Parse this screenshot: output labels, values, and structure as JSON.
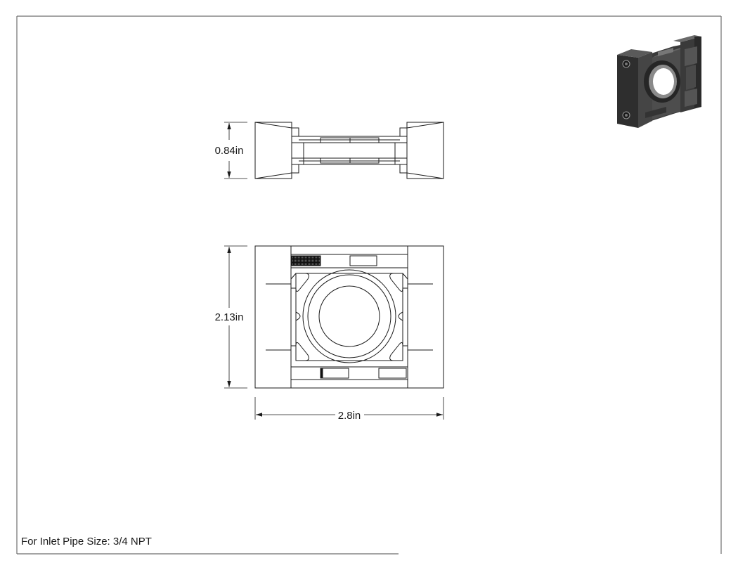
{
  "drawing": {
    "note": "For Inlet Pipe Size: 3/4 NPT",
    "dimensions": {
      "height_top_view": "0.84in",
      "height_front_view": "2.13in",
      "width_front_view": "2.8in"
    },
    "colors": {
      "line": "#1a1a1a",
      "border": "#6e6e6e",
      "iso_dark": "#2b2b2b",
      "iso_mid": "#4a4a4a",
      "iso_light": "#6a6a6a"
    }
  }
}
